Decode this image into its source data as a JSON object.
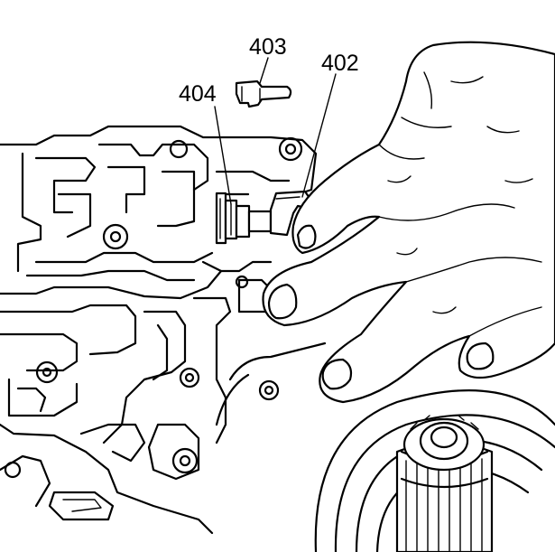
{
  "callouts": {
    "c402": "402",
    "c403": "403",
    "c404": "404"
  }
}
